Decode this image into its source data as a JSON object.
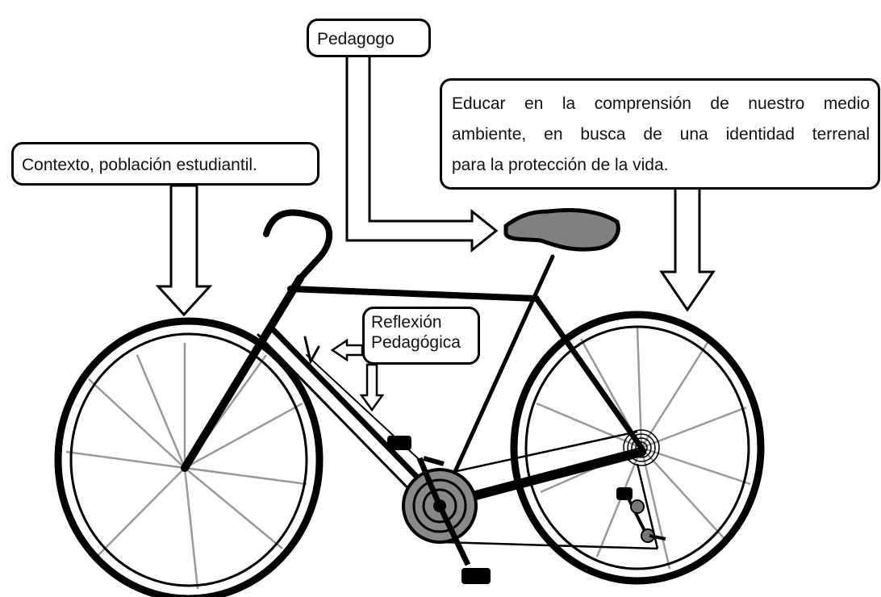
{
  "diagram": {
    "callouts": {
      "pedagogo": "Pedagogo",
      "educar_line1": "Educar en la comprensión de nuestro medio",
      "educar_line2": "ambiente, en busca de una identidad terrenal",
      "educar_line3": "para la protección de la vida.",
      "contexto": "Contexto, población estudiantil.",
      "reflexion_line1": "Reflexión",
      "reflexion_line2": "Pedagógica"
    },
    "colors": {
      "outline": "#000000",
      "spokes": "#999999",
      "saddle": "#808080",
      "chainring": "#888888",
      "background": "#ffffff"
    }
  }
}
